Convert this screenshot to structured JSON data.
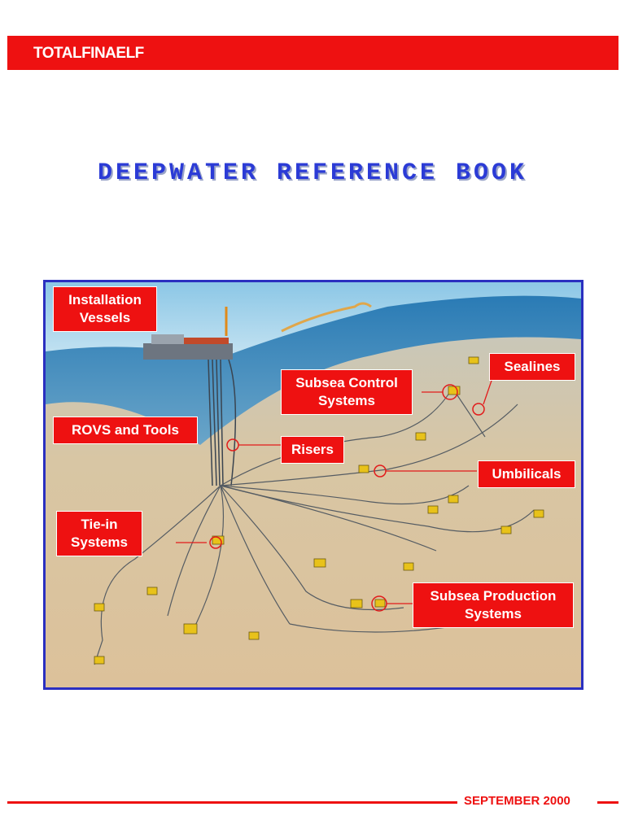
{
  "header": {
    "brand": "TOTALFINAELF"
  },
  "title": "DEEPWATER REFERENCE BOOK",
  "figure": {
    "callouts": {
      "installation_vessels": "Installation\nVessels",
      "rovs_and_tools": "ROVS and Tools",
      "tie_in_systems": "Tie-in\nSystems",
      "subsea_control_systems": "Subsea Control\nSystems",
      "risers": "Risers",
      "sealines": "Sealines",
      "umbilicals": "Umbilicals",
      "subsea_production_systems": "Subsea Production\nSystems"
    },
    "colors": {
      "callout_bg": "#ee1111",
      "sea": "#2f7fb8",
      "seabed": "#d8c3a0",
      "frame": "#2a2fc0",
      "equipment": "#e8c21a"
    }
  },
  "footer": {
    "date": "SEPTEMBER 2000"
  }
}
